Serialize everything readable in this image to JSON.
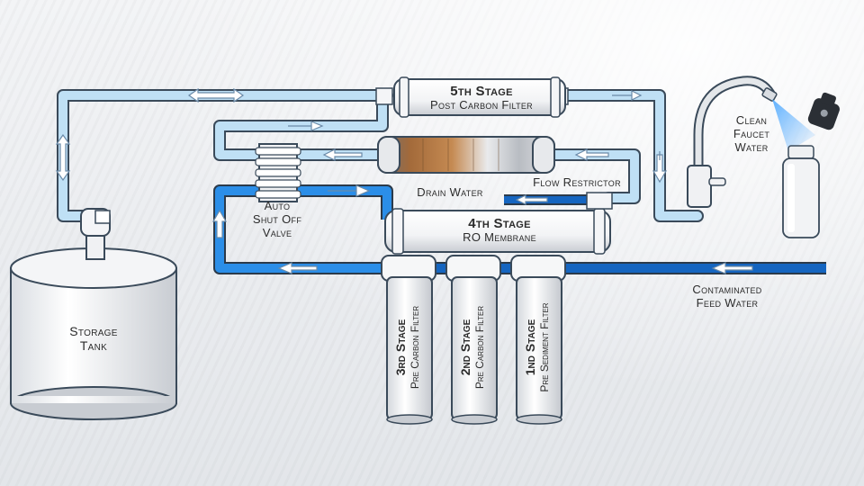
{
  "stages": {
    "stage5": {
      "title": "5th Stage",
      "subtitle": "Post Carbon Filter"
    },
    "stage4": {
      "title": "4th Stage",
      "subtitle": "RO Membrane"
    },
    "stage3": {
      "title": "3rd Stage",
      "subtitle": "Pre Carbon Filter"
    },
    "stage2": {
      "title": "2nd Stage",
      "subtitle": "Pre Carbon Filter"
    },
    "stage1": {
      "title": "1nd Stage",
      "subtitle": "Pre Sediment Filter"
    }
  },
  "labels": {
    "clean_faucet_line1": "Clean",
    "clean_faucet_line2": "Faucet",
    "clean_faucet_line3": "Water",
    "drain_water": "Drain Water",
    "flow_restrictor": "Flow Restrictor",
    "auto_line1": "Auto",
    "auto_line2": "Shut Off",
    "auto_line3": "Valve",
    "contaminated_line1": "Contaminated",
    "contaminated_line2": "Feed Water",
    "storage_line1": "Storage",
    "storage_line2": "Tank"
  },
  "colors": {
    "clean_water": "#bfe0f5",
    "feed_water": "#1565c0",
    "pipe_outline": "#3a4a5a",
    "housing": "#ffffff"
  }
}
